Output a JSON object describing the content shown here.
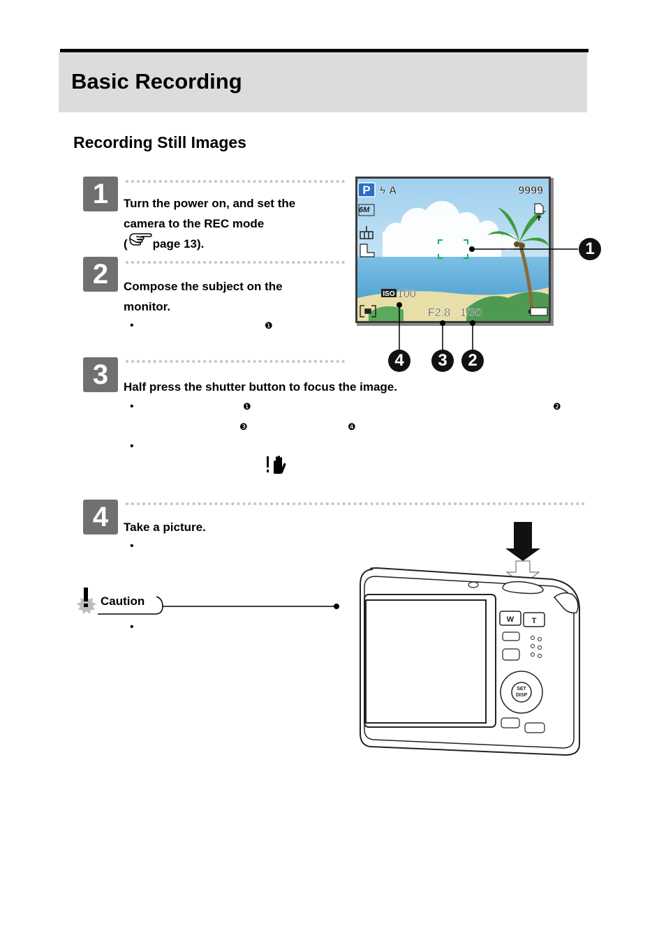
{
  "header": {
    "title": "Basic Recording"
  },
  "section": {
    "title": "Recording Still Images"
  },
  "steps": [
    {
      "number": "1",
      "lines": [
        "Turn the power on, and set the",
        "camera to the REC mode",
        "page 13)."
      ],
      "open_paren": "("
    },
    {
      "number": "2",
      "lines": [
        "Compose the subject on the",
        "monitor."
      ],
      "markers": [
        "❶"
      ]
    },
    {
      "number": "3",
      "lines": [
        "Half press the shutter button to focus the image."
      ],
      "markers": [
        "❶",
        "❷",
        "❸",
        "❹"
      ]
    },
    {
      "number": "4",
      "lines": [
        "Take a picture."
      ]
    }
  ],
  "screen": {
    "mode": "P",
    "flash": "ϟ A",
    "shots_remaining": "9999",
    "resolution": "6M",
    "iso_label": "ISO",
    "iso_value": "100",
    "aperture": "F2.8",
    "shutter": "1/30"
  },
  "callouts": [
    "1",
    "2",
    "3",
    "4"
  ],
  "caution": {
    "label": "Caution"
  },
  "camera": {
    "zoom_w": "W",
    "zoom_t": "T",
    "set_label": "SET",
    "disp_label": "DISP"
  },
  "colors": {
    "title_bg": "#dcdcdc",
    "step_badge": "#707070",
    "sky": "#bfe0f3",
    "sea": "#67b3dd"
  }
}
